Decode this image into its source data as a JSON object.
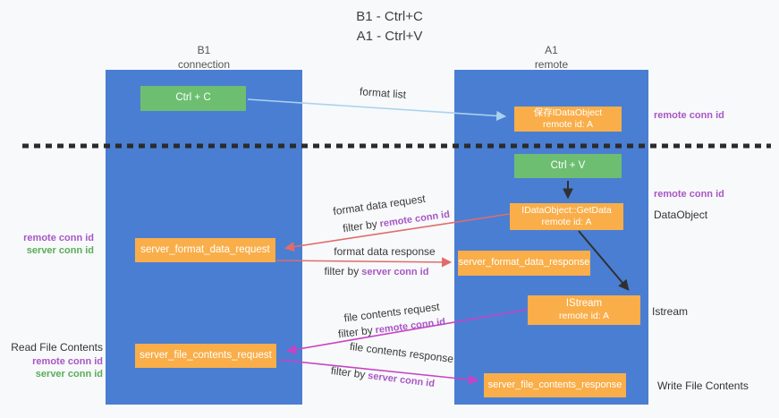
{
  "title": {
    "line1": "B1 - Ctrl+C",
    "line2": "A1 - Ctrl+V"
  },
  "lifelines": {
    "left": {
      "id": "B1",
      "role": "connection"
    },
    "right": {
      "id": "A1",
      "role": "remote"
    }
  },
  "nodes": {
    "ctrl_c": {
      "label": "Ctrl + C"
    },
    "ctrl_v": {
      "label": "Ctrl + V"
    },
    "save_dataobject": {
      "line1": "保存IDataObject",
      "line2": "remote id: A"
    },
    "getdata": {
      "line1": "IDataObject::GetData",
      "line2": "remote id: A"
    },
    "istream": {
      "line1": "IStream",
      "line2": "remote id: A"
    },
    "format_request": {
      "label": "server_format_data_request"
    },
    "format_response": {
      "label": "server_format_data_response"
    },
    "file_request": {
      "label": "server_file_contents_request"
    },
    "file_response": {
      "label": "server_file_contents_response"
    }
  },
  "annotations": {
    "remote_conn_id": "remote conn id",
    "server_conn_id": "server conn id",
    "dataobject": "DataObject",
    "istream": "Istream",
    "read_file_contents": "Read File Contents",
    "write_file_contents": "Write File Contents"
  },
  "arrows": {
    "format_list": "format list",
    "format_data_request": "format data request",
    "format_data_response": "format data response",
    "file_contents_request": "file contents request",
    "file_contents_response": "file contents response",
    "filter_by": "filter by"
  },
  "colors": {
    "lifeline_blue": "#4a7ed2",
    "node_green": "#6dbe71",
    "node_orange": "#f9ae49",
    "remote_conn_purple": "#a757c5",
    "server_conn_green": "#58ad58",
    "arrow_blue": "#a9d2ef",
    "arrow_red": "#e06c6c",
    "arrow_magenta": "#c643c6",
    "arrow_black": "#303030",
    "divider_black": "#2b2b2b"
  }
}
